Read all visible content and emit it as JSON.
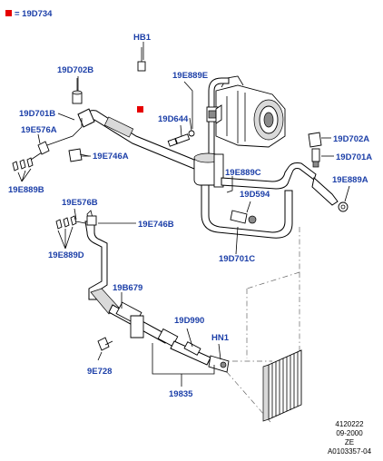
{
  "legend": {
    "marker_label": "= 19D734",
    "marker_color": "#e60000"
  },
  "label_color": "#1c3fa8",
  "callouts": {
    "hb1": "HB1",
    "d702b": "19D702B",
    "e889e": "19E889E",
    "d701b": "19D701B",
    "d644": "19D644",
    "e576a": "19E576A",
    "e746a": "19E746A",
    "e889b": "19E889B",
    "d702a": "19D702A",
    "d701a": "19D701A",
    "e889c": "19E889C",
    "d594": "19D594",
    "e889a": "19E889A",
    "d701c": "19D701C",
    "e576b": "19E576B",
    "e746b": "19E746B",
    "e889d": "19E889D",
    "b679": "19B679",
    "d990": "19D990",
    "hn1": "HN1",
    "e728": "9E728",
    "n19835": "19835"
  },
  "ref_block": {
    "line1": "4120222",
    "line2": "09-2000",
    "line3": "ZE",
    "line4": "A0103357-04"
  }
}
